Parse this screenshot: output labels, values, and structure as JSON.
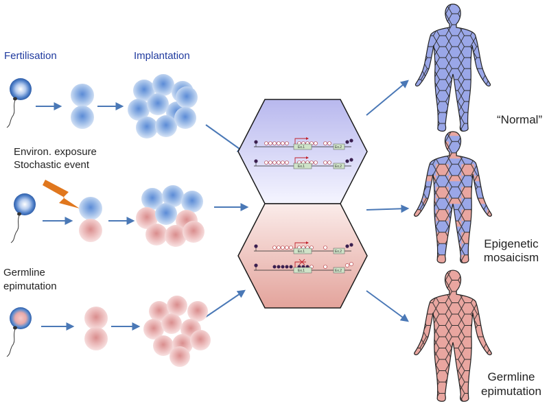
{
  "stage_labels": {
    "fertilisation": "Fertilisation",
    "implantation": "Implantation"
  },
  "row_labels": {
    "environ_line1": "Environ. exposure",
    "environ_line2": "Stochastic event",
    "germline_line1": "Germline",
    "germline_line2": "epimutation"
  },
  "outcome_labels": {
    "normal": "“Normal”",
    "mosaic_line1": "Epigenetic",
    "mosaic_line2": "mosaicism",
    "germ_line1": "Germline",
    "germ_line2": "epimutation"
  },
  "gene_labels": {
    "exon1": "Ex.1",
    "exon2": "Ex.2"
  },
  "colors": {
    "blue_cell": "#6f9ad6",
    "pink_cell": "#e3a3a3",
    "arrow": "#4a78b6",
    "label_blue": "#1f3a9e",
    "body_blue": "#9aa7e8",
    "body_pink": "#e9a6a0",
    "lightning": "#e0771e"
  }
}
